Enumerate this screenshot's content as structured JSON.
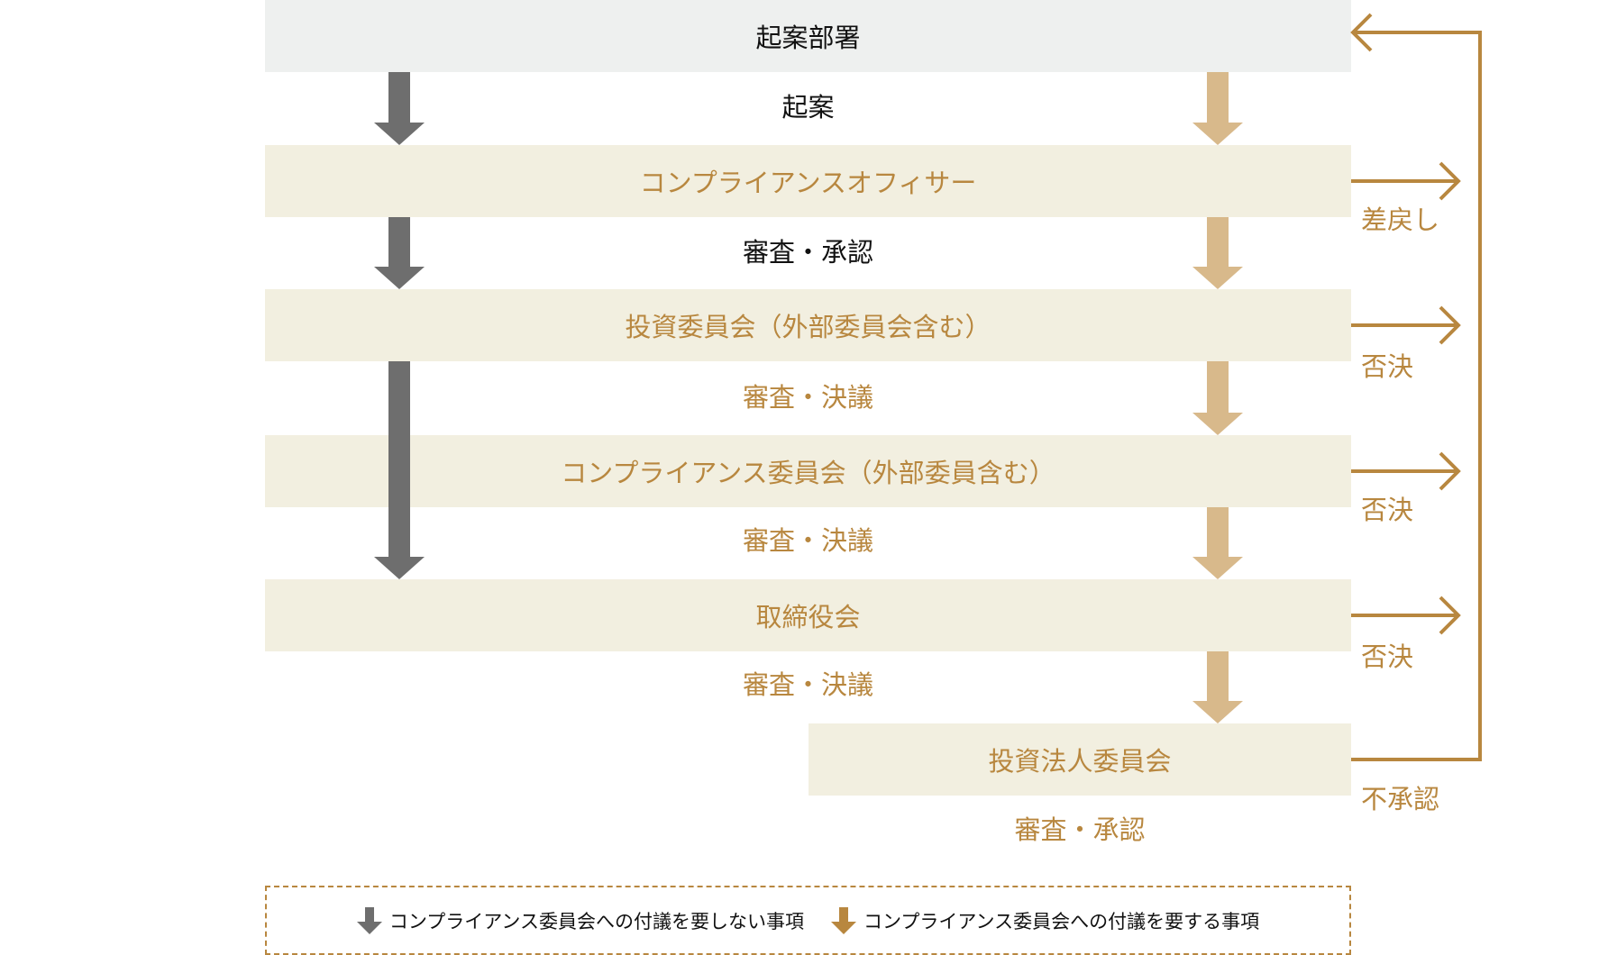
{
  "boxes": {
    "drafting_dept": "起案部署",
    "compliance_officer": "コンプライアンスオフィサー",
    "investment_committee": "投資委員会（外部委員会含む）",
    "compliance_committee": "コンプライアンス委員会（外部委員含む）",
    "board": "取締役会",
    "investment_corp_board": "投資法人委員会"
  },
  "steps": {
    "s1": "起案",
    "s2": "審査・承認",
    "s3": "審査・決議",
    "s4": "審査・決議",
    "s5": "審査・決議",
    "s6": "審査・承認"
  },
  "side_labels": {
    "l1": "差戻し",
    "l2": "否決",
    "l3": "否決",
    "l4": "否決",
    "l5": "不承認"
  },
  "legend": {
    "not_required": "コンプライアンス委員会への付議を要しない事項",
    "required": "コンプライアンス委員会への付議を要する事項"
  },
  "colors": {
    "gold": "#b8873f",
    "light_gold": "#d8b98b",
    "gray_arrow": "#6e6e6e",
    "beige": "#f2efe0",
    "gray_box": "#eef0ef"
  }
}
